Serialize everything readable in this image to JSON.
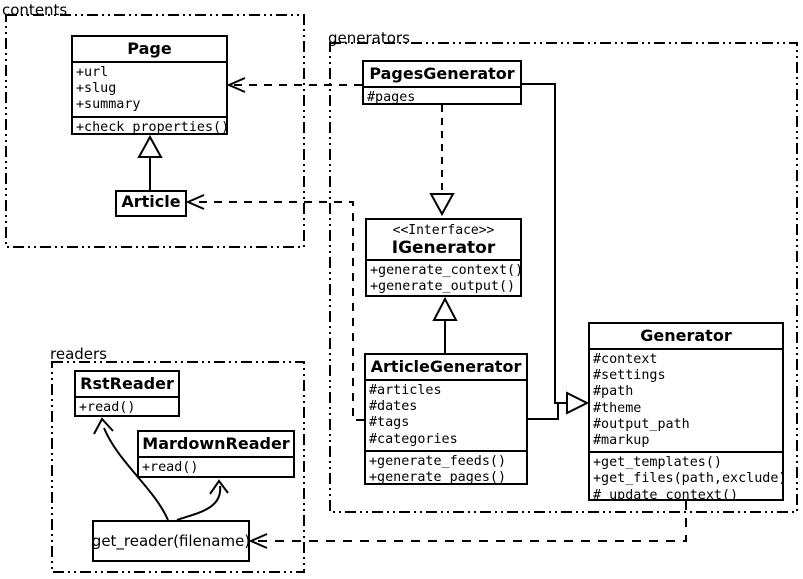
{
  "diagram": {
    "background": "#ffffff",
    "line_color": "#000000"
  },
  "packages": {
    "contents": {
      "label": "contents"
    },
    "generators": {
      "label": "generators"
    },
    "readers": {
      "label": "readers"
    }
  },
  "classes": {
    "page": {
      "name": "Page",
      "attributes": [
        "+url",
        "+slug",
        "+summary"
      ],
      "methods": [
        "+check_properties()"
      ]
    },
    "article": {
      "name": "Article"
    },
    "pages_generator": {
      "name": "PagesGenerator",
      "attributes": [
        "#pages"
      ]
    },
    "igenerator": {
      "stereotype": "<<Interface>>",
      "name": "IGenerator",
      "methods": [
        "+generate_context()",
        "+generate_output()"
      ]
    },
    "article_generator": {
      "name": "ArticleGenerator",
      "attributes": [
        "#articles",
        "#dates",
        "#tags",
        "#categories"
      ],
      "methods": [
        "+generate_feeds()",
        "+generate_pages()"
      ]
    },
    "generator": {
      "name": "Generator",
      "attributes": [
        "#context",
        "#settings",
        "#path",
        "#theme",
        "#output_path",
        "#markup"
      ],
      "methods": [
        "+get_templates()",
        "+get_files(path,exclude)",
        "#_update_context()"
      ]
    },
    "rst_reader": {
      "name": "RstReader",
      "methods": [
        "+read()"
      ]
    },
    "mardown_reader": {
      "name": "MardownReader",
      "methods": [
        "+read()"
      ]
    },
    "get_reader": {
      "label": "get_reader(filename)"
    }
  }
}
